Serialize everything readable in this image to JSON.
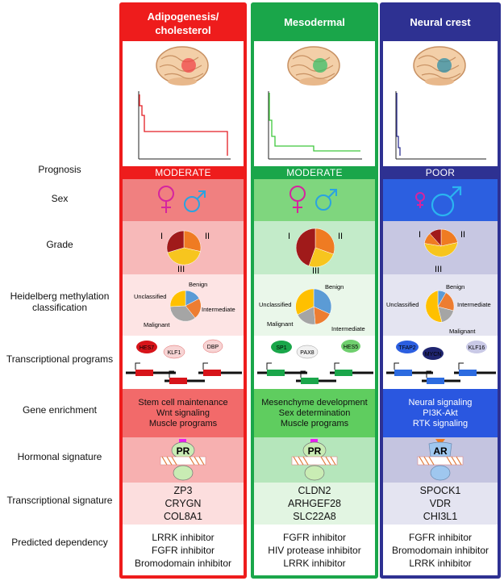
{
  "row_labels": {
    "prognosis": "Prognosis",
    "sex": "Sex",
    "grade": "Grade",
    "methylation": "Heidelberg methylation classification",
    "programs": "Transcriptional programs",
    "enrichment": "Gene enrichment",
    "hormonal": "Hormonal signature",
    "signature": "Transcriptional signature",
    "dependency": "Predicted dependency"
  },
  "columns": [
    {
      "title": "Adipogenesis/ cholesterol",
      "color": "#ee1c1c",
      "prognosis": "MODERATE",
      "grade_labels": [
        "I",
        "II",
        "III"
      ],
      "methylation_labels": [
        "Benign",
        "Unclassified",
        "Intermediate",
        "Malignant"
      ],
      "tfs": [
        "HES7",
        "KLF1",
        "DBP"
      ],
      "enrichment": [
        "Stem cell maintenance",
        "Wnt signaling",
        "Muscle programs"
      ],
      "receptor": "PR",
      "signature_genes": [
        "ZP3",
        "CRYGN",
        "COL8A1"
      ],
      "dependencies": [
        "LRRK inhibitor",
        "FGFR inhibitor",
        "Bromodomain inhibitor"
      ]
    },
    {
      "title": "Mesodermal",
      "color": "#1aa64a",
      "prognosis": "MODERATE",
      "grade_labels": [
        "I",
        "II",
        "III"
      ],
      "methylation_labels": [
        "Benign",
        "Unclassified",
        "Intermediate",
        "Malignant"
      ],
      "tfs": [
        "SP1",
        "PAX8",
        "HES5"
      ],
      "enrichment": [
        "Mesenchyme development",
        "Sex determination",
        "Muscle programs"
      ],
      "receptor": "PR",
      "signature_genes": [
        "CLDN2",
        "ARHGEF28",
        "SLC22A8"
      ],
      "dependencies": [
        "FGFR inhibitor",
        "HIV protease inhibitor",
        "LRRK inhibitor"
      ]
    },
    {
      "title": "Neural crest",
      "color": "#2e3192",
      "prognosis": "POOR",
      "grade_labels": [
        "I",
        "II",
        "III"
      ],
      "methylation_labels": [
        "Benign",
        "Unclassified",
        "Intermediate",
        "Malignant"
      ],
      "tfs": [
        "TFAP2",
        "MYCN",
        "KLF16"
      ],
      "enrichment": [
        "Neural signaling",
        "PI3K-Akt",
        "RTK signaling"
      ],
      "receptor": "AR",
      "signature_genes": [
        "SPOCK1",
        "VDR",
        "CHI3L1"
      ],
      "dependencies": [
        "FGFR inhibitor",
        "Bromodomain inhibitor",
        "LRRK inhibitor"
      ]
    }
  ],
  "colors": {
    "sex_female": "#d6249f",
    "sex_male": "#2aa3e0",
    "grade_I": "#a01a1a",
    "grade_II": "#ef7b22",
    "grade_III": "#f7c51e",
    "meth_benign": "#5b9bd5",
    "meth_intermediate": "#ed7d31",
    "meth_malignant": "#a5a5a5",
    "meth_unclassified": "#ffc000"
  }
}
